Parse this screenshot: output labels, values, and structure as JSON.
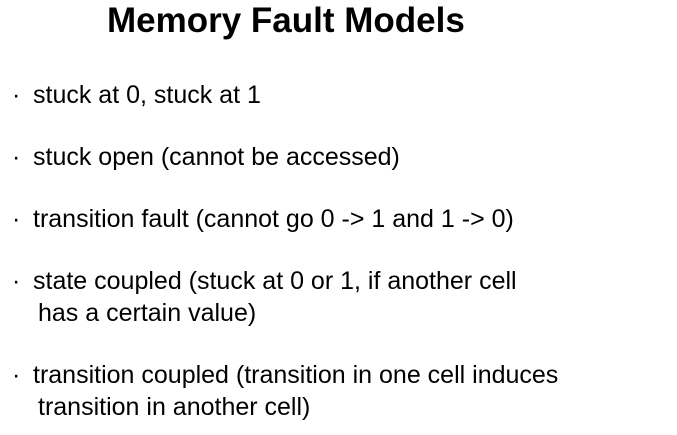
{
  "slide": {
    "title": "Memory Fault Models",
    "bullet_glyph": "·",
    "bullets": [
      {
        "lines": [
          "stuck at 0, stuck at 1"
        ]
      },
      {
        "lines": [
          "stuck open (cannot be accessed)"
        ]
      },
      {
        "lines": [
          "transition fault (cannot go 0 -> 1 and 1 -> 0)"
        ]
      },
      {
        "lines": [
          "state coupled (stuck at 0 or 1, if another cell",
          "has a certain value)"
        ]
      },
      {
        "lines": [
          "transition coupled (transition in one cell induces",
          "transition in another cell)"
        ]
      }
    ],
    "colors": {
      "background": "#ffffff",
      "text": "#000000"
    }
  }
}
